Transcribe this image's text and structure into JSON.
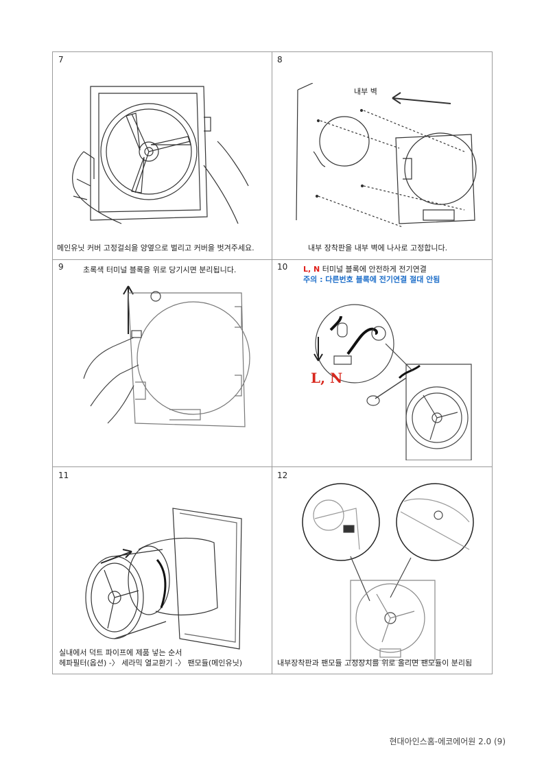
{
  "steps": [
    {
      "number": "7",
      "caption": "메인유닛 커버 고정걸쇠을 양옆으로 벌리고 커버을 벗겨주세요."
    },
    {
      "number": "8",
      "caption": "내부 장착판을 내부 벽에 나사로 고정합니다.",
      "wall_label": "내부 벽"
    },
    {
      "number": "9",
      "caption": "초록색 터미널 블록을  위로 당기시면 분리됩니다."
    },
    {
      "number": "10",
      "caption_red": "L, N",
      "caption_rest": " 터미널 블록에 안전하게 전기연결",
      "warning": "주의 : 다른번호 블록에 전기연결 절대 안됨",
      "ln_label": "L, N"
    },
    {
      "number": "11",
      "caption_line1": "실내에서 덕트 파이프에 제품 넣는 순서",
      "caption_line2": "헤파필터(옵션) -〉 세라믹 열교환기 -〉 팬모듈(메인유닛)"
    },
    {
      "number": "12",
      "caption": "내부장착판과 팬모듈 고정장치를 위로 올리면 팬모듈이 분리됨"
    }
  ],
  "footer": "현대아인스홈-에코에어원 2.0 (9)"
}
